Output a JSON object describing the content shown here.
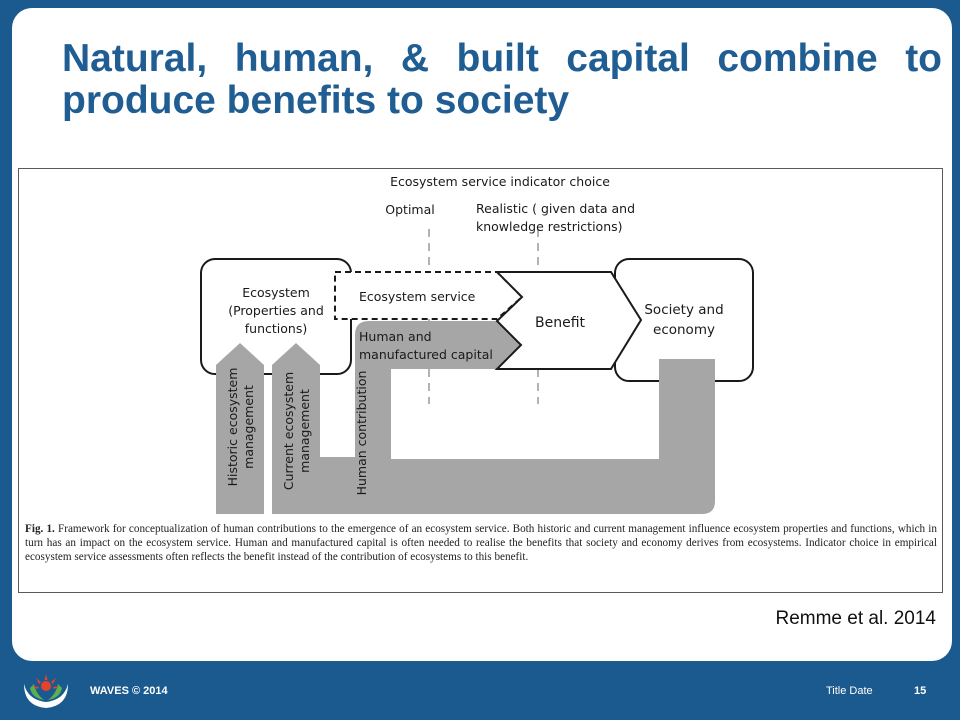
{
  "slide": {
    "title": "Natural, human, & built capital combine to produce benefits to society",
    "citation": "Remme et al. 2014"
  },
  "diagram": {
    "header": "Ecosystem service indicator choice",
    "optimal": "Optimal",
    "realistic_line1": "Realistic ( given data and",
    "realistic_line2": "knowledge restrictions)",
    "ecosystem_line1": "Ecosystem",
    "ecosystem_line2": "(Properties and",
    "ecosystem_line3": "functions)",
    "ecosystem_service": "Ecosystem service",
    "capital_line1": "Human and",
    "capital_line2": "manufactured capital",
    "benefit": "Benefit",
    "society_line1": "Society and",
    "society_line2": "economy",
    "historic_line1": "Historic ecosystem",
    "historic_line2": "management",
    "current_line1": "Current ecosystem",
    "current_line2": "management",
    "human_contribution": "Human contribution",
    "colors": {
      "arrow_gray": "#a6a6a6",
      "outline": "#1a1a1a"
    }
  },
  "caption": {
    "label": "Fig. 1.",
    "text": "Framework for conceptualization of human contributions to the emergence of an ecosystem service. Both historic and current management influence ecosystem properties and functions, which in turn has an impact on the ecosystem service. Human and manufactured capital is often needed to realise the benefits that society and economy derives from ecosystems. Indicator choice in empirical ecosystem service assessments often reflects the benefit instead of the contribution of ecosystems to this benefit."
  },
  "footer": {
    "copyright": "WAVES © 2014",
    "date": "Title Date",
    "page": "15",
    "logo_icon": "waves-logo-icon"
  },
  "theme": {
    "background": "#1b5a8e",
    "title_color": "#1f5d93"
  }
}
